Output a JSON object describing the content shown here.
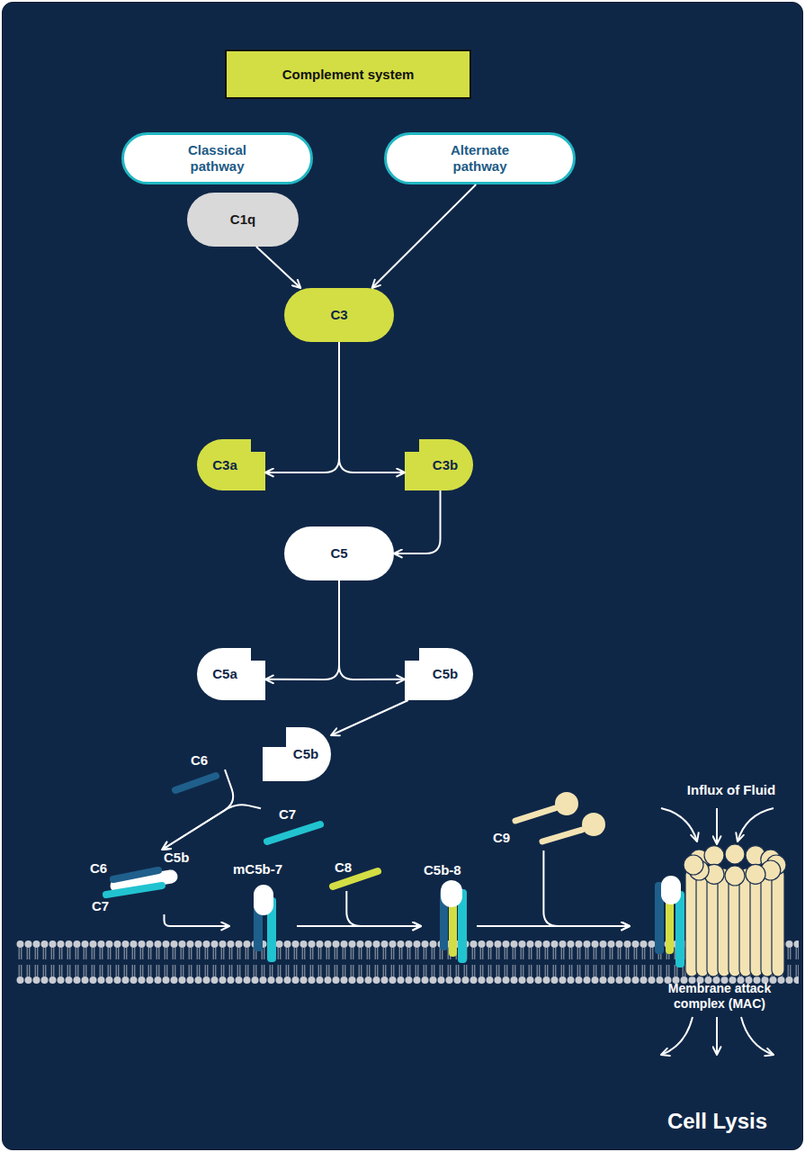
{
  "diagram": {
    "title": "Complement system",
    "nodes": [
      {
        "text": [
          "Classical pathway"
        ]
      },
      {
        "text": [
          "Alternate pathway"
        ]
      },
      {
        "text": [
          "C1q"
        ]
      },
      {
        "text": [
          "C3"
        ]
      },
      {
        "text": [
          "C3a"
        ]
      },
      {
        "text": [
          "C3b"
        ]
      },
      {
        "text": [
          "C5"
        ]
      },
      {
        "text": [
          "C5a"
        ]
      },
      {
        "text": [
          "C5b"
        ]
      },
      {
        "text": [
          "C5b"
        ]
      },
      {
        "text": [
          "C6"
        ]
      },
      {
        "text": [
          "C7"
        ]
      },
      {
        "text": [
          "C6",
          "C5b",
          "C7"
        ]
      },
      {
        "text": [
          "mC5b-7"
        ]
      },
      {
        "text": [
          "C8"
        ]
      },
      {
        "text": [
          "C5b-8"
        ]
      },
      {
        "text": [
          "C9"
        ]
      },
      {
        "text": [
          "Membrane attack complex (MAC)"
        ]
      }
    ],
    "edges": [
      {
        "from": 2,
        "to": 3,
        "arrow": "to"
      },
      {
        "from": 1,
        "to": 3,
        "arrow": "to"
      },
      {
        "from": 3,
        "to": 4,
        "arrow": "to"
      },
      {
        "from": 3,
        "to": 5,
        "arrow": "to"
      },
      {
        "from": 5,
        "to": 6,
        "arrow": "to"
      },
      {
        "from": 6,
        "to": 7,
        "arrow": "to"
      },
      {
        "from": 6,
        "to": 8,
        "arrow": "to"
      },
      {
        "from": 8,
        "to": 9,
        "arrow": "to"
      },
      {
        "from": 10,
        "to": 12,
        "arrow": "to"
      },
      {
        "from": 11,
        "to": 12,
        "arrow": "to"
      },
      {
        "from": 12,
        "to": 13,
        "arrow": "to"
      },
      {
        "from": 13,
        "to": 15,
        "arrow": "to"
      },
      {
        "from": 14,
        "to": 15,
        "arrow": "to"
      },
      {
        "from": 15,
        "to": 17,
        "arrow": "to"
      },
      {
        "from": 16,
        "to": 17,
        "arrow": "to"
      }
    ],
    "labels": [
      "Influx of Fluid",
      "Cell Lysis"
    ]
  }
}
